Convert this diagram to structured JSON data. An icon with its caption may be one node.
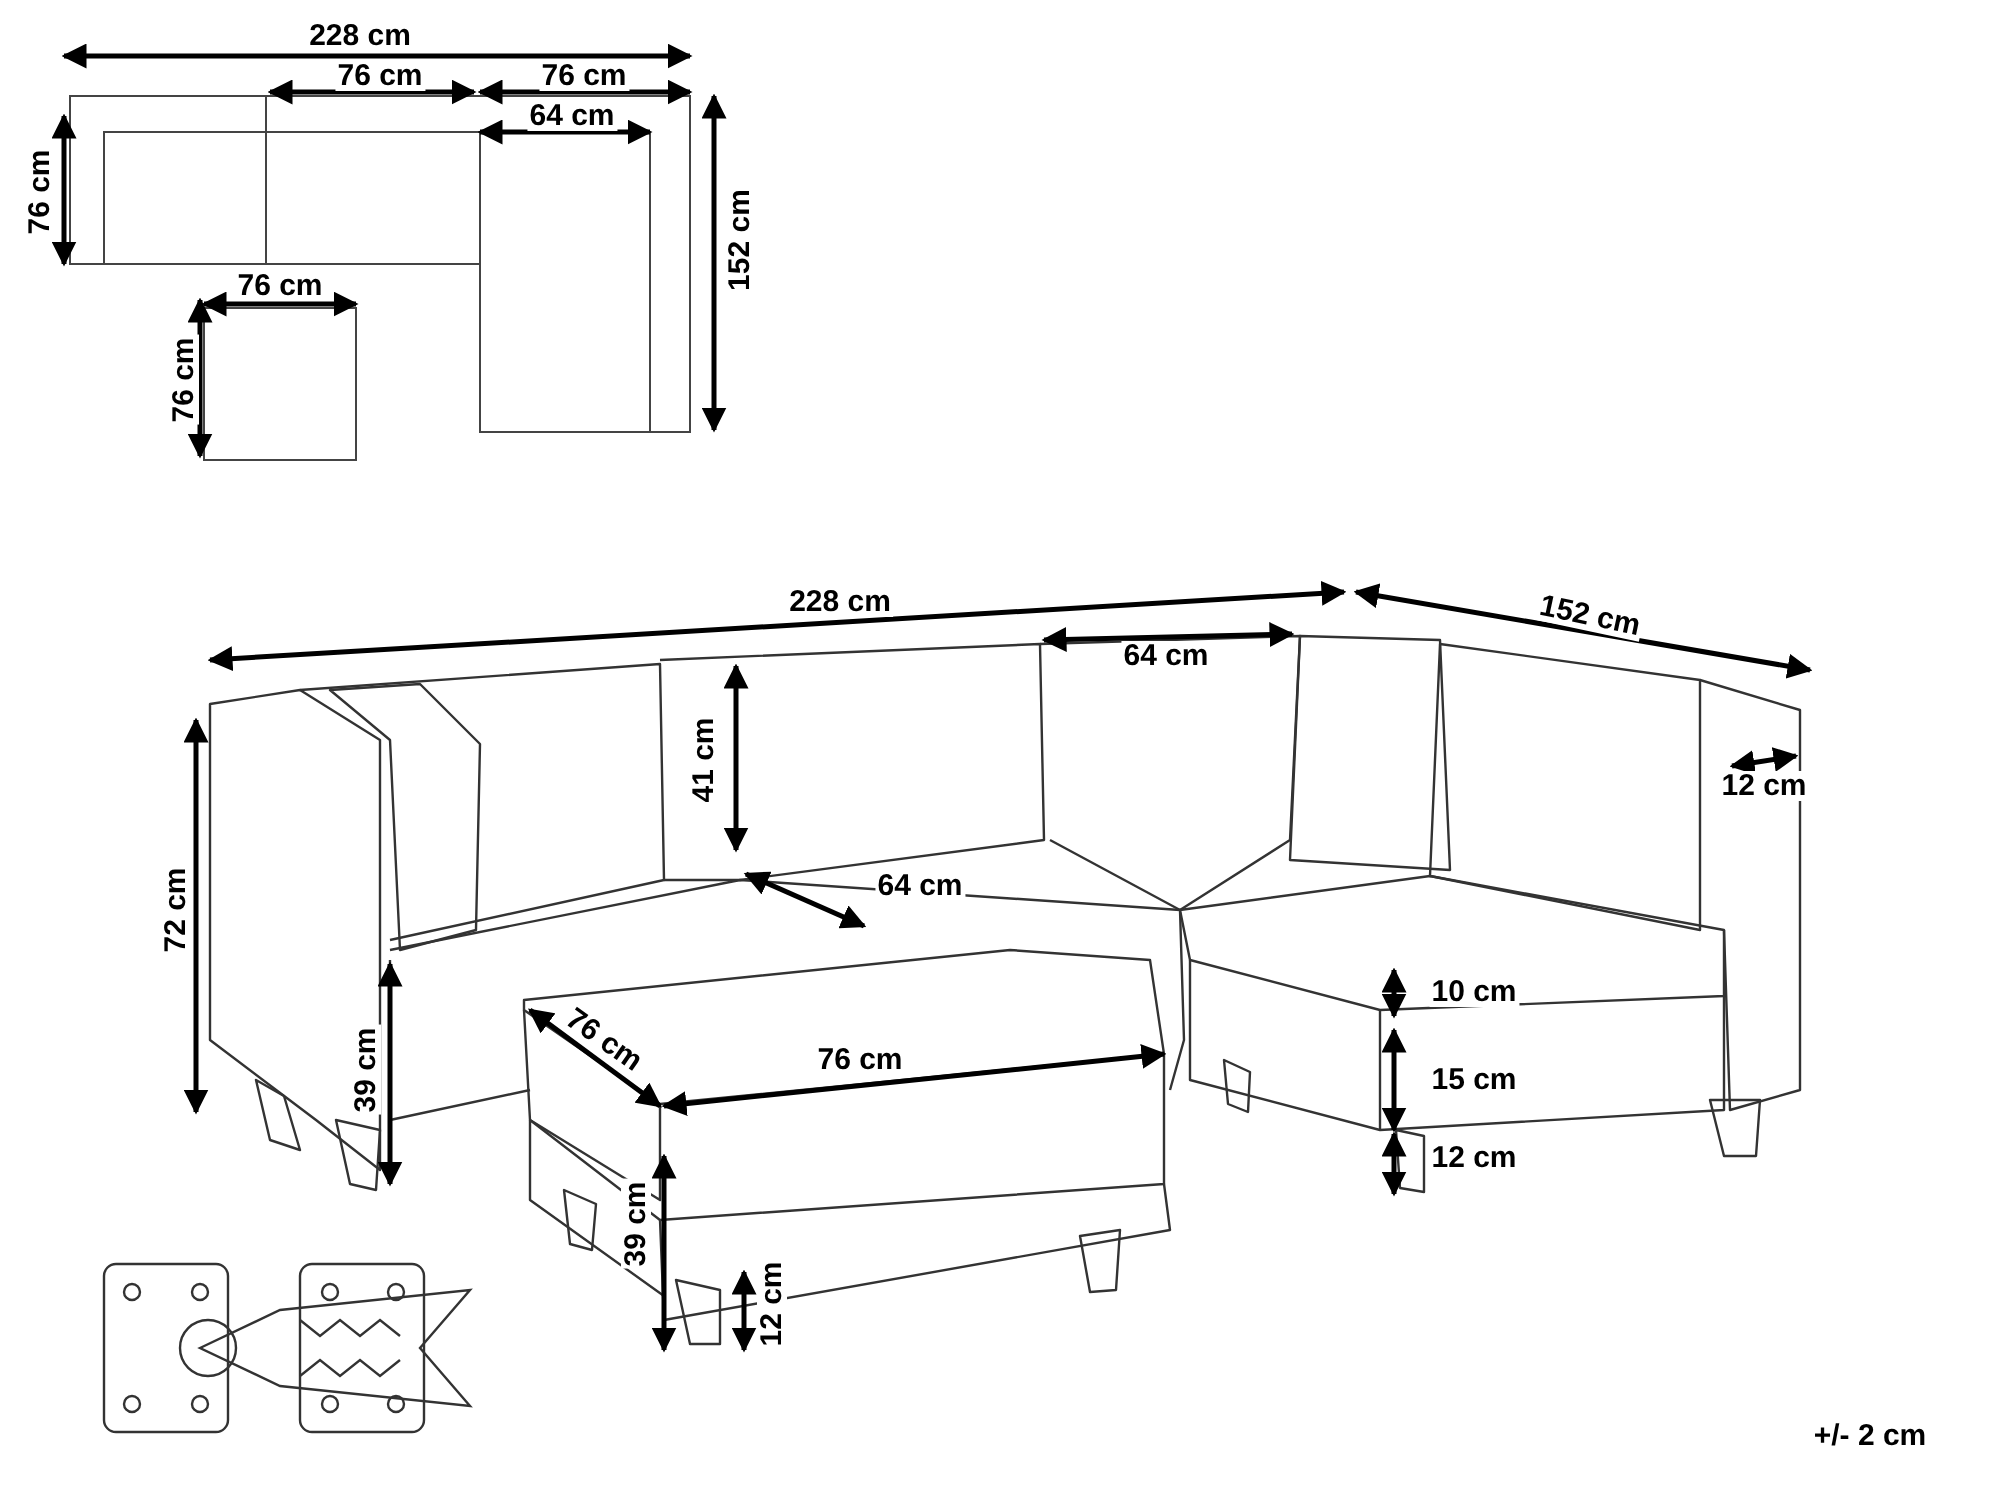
{
  "diagram": {
    "labels": [
      "228 cm",
      "76 cm",
      "76 cm",
      "64 cm",
      "76 cm",
      "152 cm",
      "76 cm",
      "76 cm",
      "228 cm",
      "152 cm",
      "64 cm",
      "41 cm",
      "12 cm",
      "72 cm",
      "64 cm",
      "10 cm",
      "76 cm",
      "76 cm",
      "39 cm",
      "15 cm",
      "12 cm",
      "39 cm",
      "12 cm",
      "+/- 2 cm"
    ]
  }
}
